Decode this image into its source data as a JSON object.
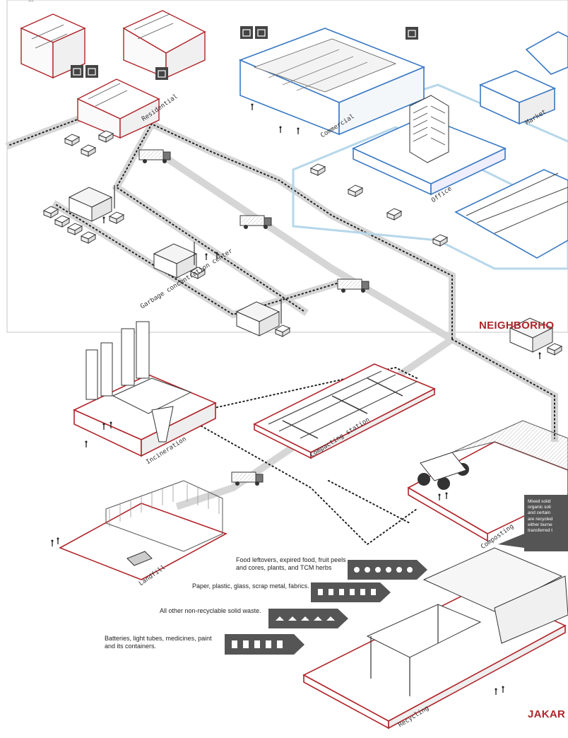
{
  "top_fragment": "...",
  "region_labels": {
    "neighborhood": "NEIGHBORHO",
    "jakarta": "JAKAR"
  },
  "facility_labels": {
    "residential": "Residential",
    "commercial": "Commercial",
    "market": "Market",
    "office": "Office",
    "garbage_center": "Garbage concentration center",
    "incineration": "Incineration",
    "compacting": "Compacting station",
    "composting": "Composting",
    "landfill": "Landfill",
    "recycling": "Recycling"
  },
  "waste_categories": [
    {
      "text": "Food leftovers, expired food, fruit peels and cores, plants, and TCM herbs",
      "line1": "Food leftovers, expired food, fruit peels",
      "line2": "and cores, plants, and TCM herbs",
      "icon": "organic-waste-icons"
    },
    {
      "text": "Paper, plastic, glass, scrap metal, fabrics.",
      "line1": "Paper, plastic, glass, scrap metal, fabrics.",
      "line2": "",
      "icon": "recyclable-waste-icons"
    },
    {
      "text": "All other non-recyclable solid waste.",
      "line1": "All other non-recyclable solid waste.",
      "line2": "",
      "icon": "residual-waste-icons"
    },
    {
      "text": "Batteries, light tubes, medicines, paint and its containers.",
      "line1": "Batteries, light tubes, medicines, paint",
      "line2": "and its containers.",
      "icon": "hazardous-waste-icons"
    }
  ],
  "callout": {
    "lines": [
      "Mixed solid",
      "organic soli",
      "and certain",
      "are recycled",
      "either burne",
      "transferred t"
    ]
  },
  "colors": {
    "accent_red": "#b0252a",
    "accent_blue": "#3a79c2",
    "light_blue": "#9dc6e0",
    "dark_icon": "#444444",
    "route_gray": "#cfcfcf"
  }
}
